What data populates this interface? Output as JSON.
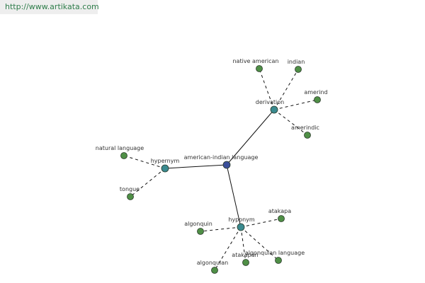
{
  "header": {
    "url": "http://www.artikata.com"
  },
  "colors": {
    "root_node": "#3a4f9a",
    "relation_node": "#3a8a8f",
    "leaf_node": "#4f8f46",
    "node_stroke": "#2a3a2a",
    "solid_edge": "#111111",
    "dashed_edge": "#111111"
  },
  "graph": {
    "root": {
      "id": "root",
      "label": "american-indian language"
    },
    "relations": [
      {
        "id": "derivation",
        "label": "derivation",
        "terms": [
          {
            "id": "native-american",
            "label": "native american"
          },
          {
            "id": "indian",
            "label": "indian"
          },
          {
            "id": "amerind",
            "label": "amerind"
          },
          {
            "id": "amerindic",
            "label": "amerindic"
          }
        ]
      },
      {
        "id": "hypernym",
        "label": "hypernym",
        "terms": [
          {
            "id": "natural-language",
            "label": "natural language"
          },
          {
            "id": "tongue",
            "label": "tongue"
          }
        ]
      },
      {
        "id": "hyponym",
        "label": "hyponym",
        "terms": [
          {
            "id": "atakapa",
            "label": "atakapa"
          },
          {
            "id": "algonquin",
            "label": "algonquin"
          },
          {
            "id": "algonquian",
            "label": "algonquian"
          },
          {
            "id": "atakapan",
            "label": "atakapan"
          },
          {
            "id": "algonquian-language",
            "label": "algonquian language"
          }
        ]
      }
    ]
  }
}
